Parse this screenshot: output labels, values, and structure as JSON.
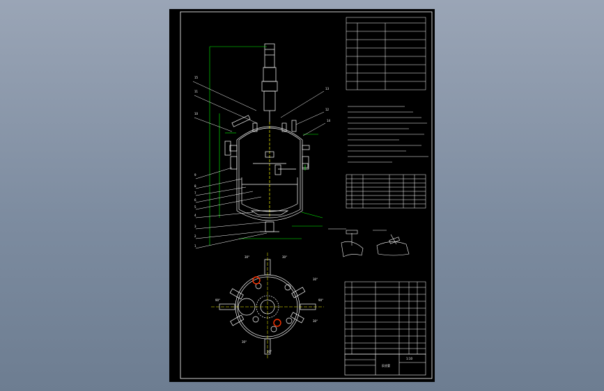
{
  "colors": {
    "background": "#8796aa",
    "sheet": "#000000",
    "line": "#ffffff",
    "dimension": "#00ff00",
    "centerline": "#ffff00",
    "nozzle_highlight": "#ff3300"
  },
  "elevation_leaders": [
    "15",
    "11",
    "10",
    "9",
    "8",
    "7",
    "6",
    "5",
    "4",
    "3",
    "2",
    "1"
  ],
  "right_leaders": [
    "13",
    "12",
    "14"
  ],
  "plan_angles": [
    "30°",
    "30°",
    "30°",
    "30°",
    "30°",
    "30°",
    "90°",
    "90°"
  ],
  "title_block": {
    "scale": "1:10",
    "name": "反应釜"
  }
}
